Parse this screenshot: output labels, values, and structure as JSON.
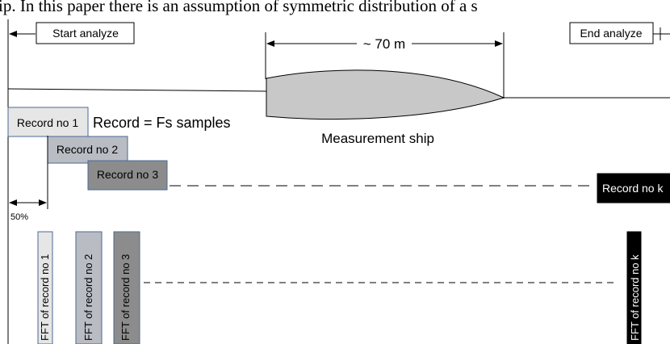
{
  "header_text": "ip. In this paper there is an assumption of symmetric distribution of a s",
  "labels": {
    "start": "Start analyze",
    "end": "End analyze",
    "distance": "~ 70 m",
    "ship": "Measurement ship",
    "record_def": "Record = Fs samples",
    "overlap": "50%"
  },
  "records": [
    {
      "label": "Record no 1",
      "fill": "#e6e6e6",
      "text_color": "#000000"
    },
    {
      "label": "Record no 2",
      "fill": "#b9bcc3",
      "text_color": "#000000"
    },
    {
      "label": "Record no 3",
      "fill": "#8c8c8c",
      "text_color": "#000000"
    },
    {
      "label": "Record no k",
      "fill": "#000000",
      "text_color": "#ffffff"
    }
  ],
  "ffts": [
    {
      "label": "FFT of record no 1",
      "fill": "#e6e6e6",
      "text_color": "#000000"
    },
    {
      "label": "FFT of record no 2",
      "fill": "#b9bcc3",
      "text_color": "#000000"
    },
    {
      "label": "FFT of record no 3",
      "fill": "#8c8c8c",
      "text_color": "#000000"
    },
    {
      "label": "FFT of record no k",
      "fill": "#000000",
      "text_color": "#ffffff"
    }
  ],
  "colors": {
    "ship_fill": "#c8c8c8",
    "box_border": "#4a6a94"
  }
}
